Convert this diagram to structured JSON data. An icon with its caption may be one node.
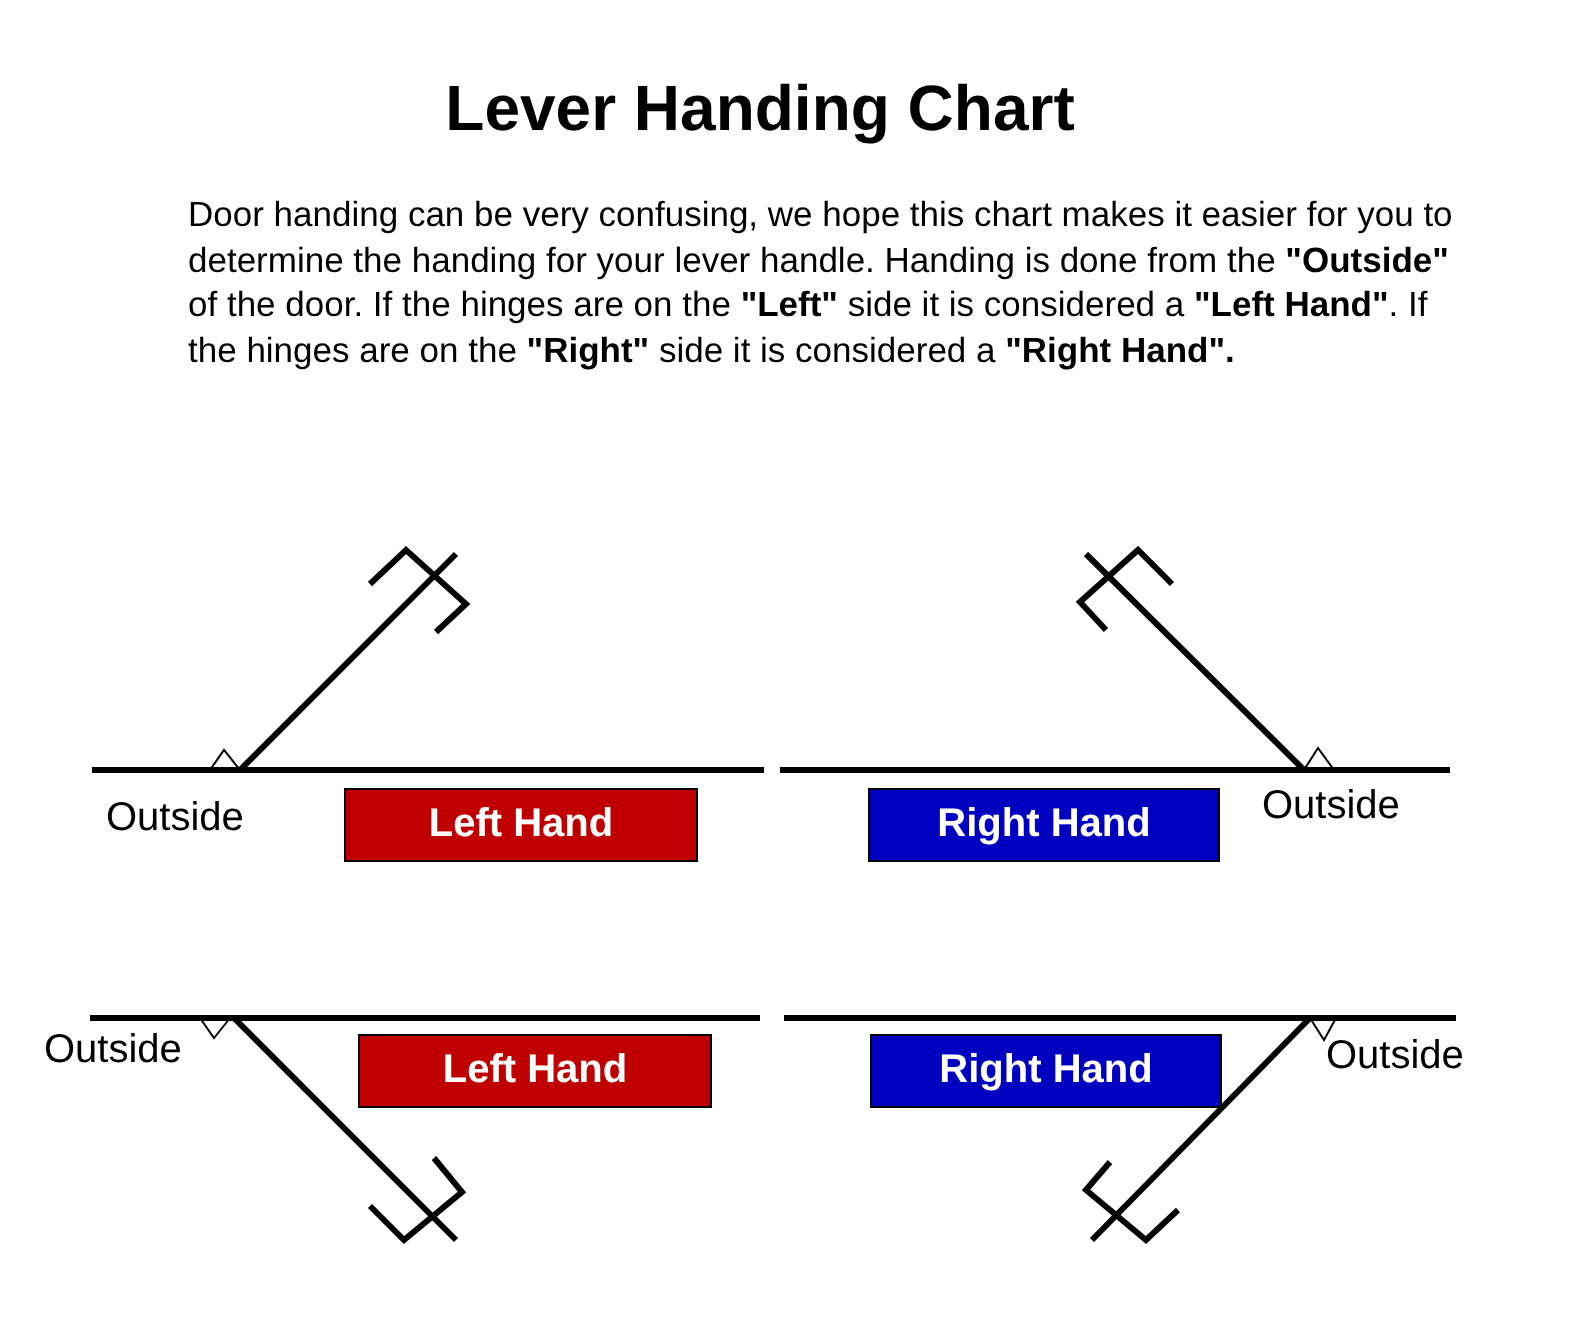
{
  "diagram": {
    "title": "Lever Handing Chart",
    "nodes": [
      {
        "text": [
          "Left Hand"
        ]
      },
      {
        "text": [
          "Right Hand"
        ]
      },
      {
        "text": [
          "Left Hand"
        ]
      },
      {
        "text": [
          "Right Hand"
        ]
      }
    ],
    "labels": [
      "Door handing can be very confusing, we hope this chart makes it easier for you to determine the handing for your lever handle. Handing is done from the **\"Outside\"** of the door. If the hinges are on the **\"Left\"** side it is considered a **\"Left Hand\"**. If the hinges are on the **\"Right\"** side it is considered a **\"Right Hand\".**",
      "Outside",
      "Outside",
      "Outside",
      "Outside"
    ]
  }
}
